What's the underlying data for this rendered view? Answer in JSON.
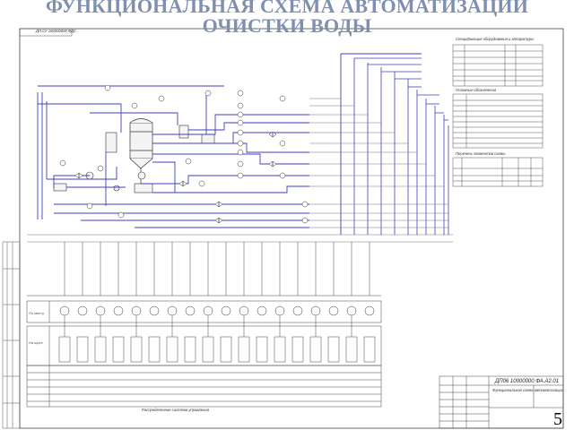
{
  "title": {
    "line1": "ФУНКЦИОНАЛЬНАЯ СХЕМА АВТОМАТИЗАЦИИ",
    "line2": "ОЧИСТКИ ВОДЫ"
  },
  "page_number": "5",
  "drawing": {
    "stamp_top": "ДП.СУ 160000000 ФДС",
    "spec_title": "Спецификация оборудования и аппаратуры",
    "legend_title": "Условные обозначения",
    "pipes_title": "Перечень элементов схемы",
    "schema_caption": "Распределенная система управления",
    "plant_row_label": "По месту",
    "panel_row_label": "На щите",
    "doc_code": "ДП06 10000000 ФА.А2.01",
    "doc_name": "Функциональная схема автоматизации"
  },
  "colors": {
    "title": "#7e8fb0",
    "line_blue": "#3d3ec2",
    "line_grey": "#555555",
    "frame": "#444444"
  }
}
